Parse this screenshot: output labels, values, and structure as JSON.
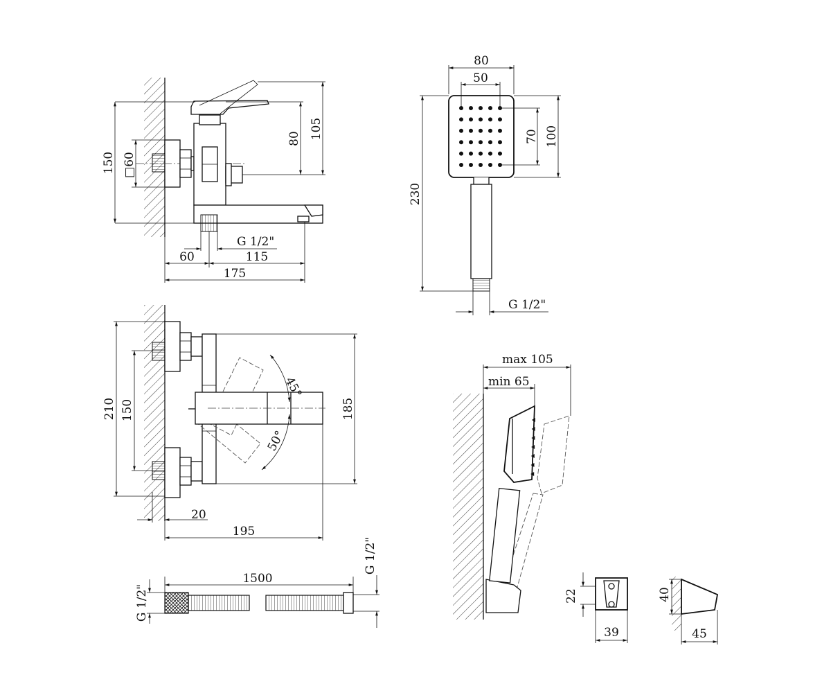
{
  "side_view": {
    "dim_height": "150",
    "dim_square": "□60",
    "dim_handle_80": "80",
    "dim_handle_105": "105",
    "dim_thread": "G 1/2\"",
    "dim_60": "60",
    "dim_115": "115",
    "dim_175": "175"
  },
  "hand_shower": {
    "dim_80": "80",
    "dim_50": "50",
    "dim_70": "70",
    "dim_100": "100",
    "dim_230": "230",
    "dim_thread": "G 1/2\""
  },
  "top_view": {
    "dim_210": "210",
    "dim_150": "150",
    "dim_185": "185",
    "angle_45": "45°",
    "angle_50": "50°",
    "dim_20": "20",
    "dim_195": "195"
  },
  "holder_view": {
    "dim_max": "max 105",
    "dim_min": "min 65"
  },
  "hose": {
    "dim_length": "1500",
    "thread_left": "G 1/2\"",
    "thread_right": "G 1/2\""
  },
  "bracket": {
    "dim_22": "22",
    "dim_39": "39",
    "dim_40": "40",
    "dim_45": "45"
  }
}
